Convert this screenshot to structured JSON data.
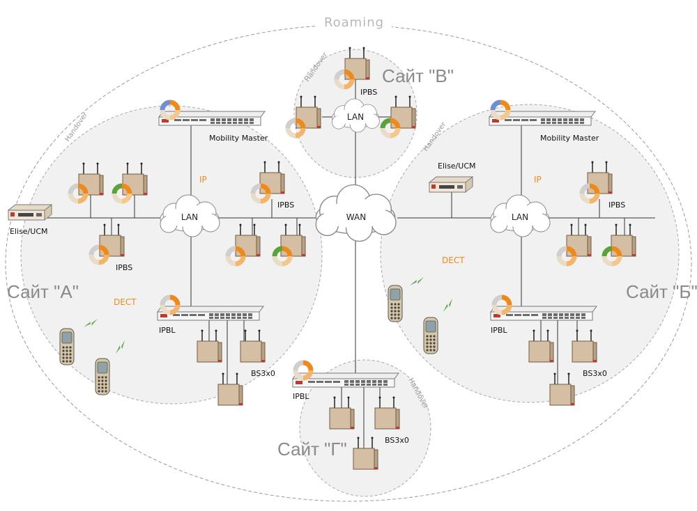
{
  "title": "Roaming",
  "handover_label": "Handover",
  "sites": {
    "a": {
      "name": "Сайт \"А\""
    },
    "b": {
      "name": "Сайт \"Б\""
    },
    "v": {
      "name": "Сайт \"В\""
    },
    "g": {
      "name": "Сайт \"Г\""
    }
  },
  "labels": {
    "mobility_master": "Mobility Master",
    "elise_ucm": "Elise/UCM",
    "ipbs": "IPBS",
    "ipbl": "IPBL",
    "lan": "LAN",
    "wan": "WAN",
    "ip": "IP",
    "dect": "DECT",
    "bs": "BS3x0"
  },
  "colors": {
    "accent_orange": "#ee8a1c",
    "site_fill": "#f1f1f1",
    "site_border": "#a8a8a8",
    "device_body": "#d9c3a6",
    "device_red": "#c0392b"
  }
}
